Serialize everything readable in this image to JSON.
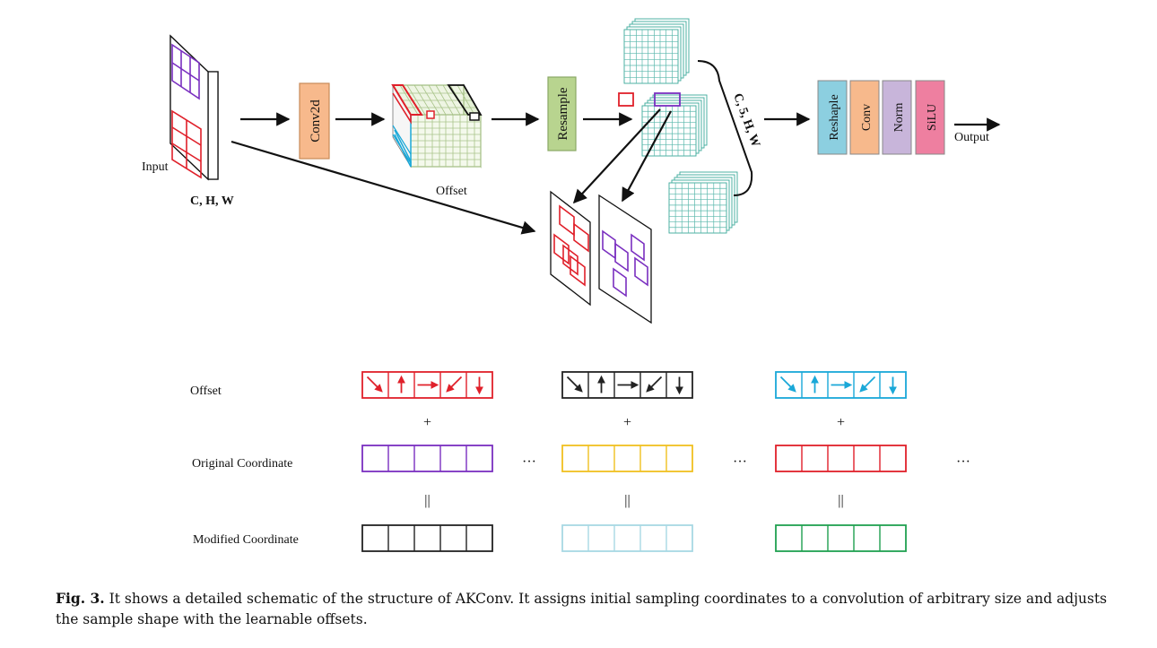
{
  "diagram": {
    "input_label": "Input",
    "input_dims": "C, H, W",
    "conv2d_label": "Conv2d",
    "offset_label": "Offset",
    "resample_label": "Resample",
    "stack_dims": "C, 5, H, W",
    "output_blocks": [
      {
        "label": "Reshaple",
        "color": "#8ccfe0"
      },
      {
        "label": "Conv",
        "color": "#f7b98c"
      },
      {
        "label": "Norm",
        "color": "#c8b5da"
      },
      {
        "label": "SiLU",
        "color": "#ee7fa0"
      }
    ],
    "output_label": "Output"
  },
  "table": {
    "row_labels": [
      "Offset",
      "Original Coordinate",
      "Modified Coordinate"
    ],
    "plus": "+",
    "equals": "||",
    "ellipsis": "···",
    "groups": [
      {
        "offset_color": "#e0202a",
        "original_color": "#7a2fc0",
        "modified_color": "#222222"
      },
      {
        "offset_color": "#222222",
        "original_color": "#f0c020",
        "modified_color": "#a8d8e4"
      },
      {
        "offset_color": "#1aa8d8",
        "original_color": "#e0202a",
        "modified_color": "#20a050"
      }
    ]
  },
  "caption": {
    "prefix": "Fig. 3.",
    "text": " It shows a detailed schematic of the structure of AKConv. It assigns initial sampling coordinates to a convolution of arbitrary size and adjusts the sample shape with the learnable offsets."
  }
}
